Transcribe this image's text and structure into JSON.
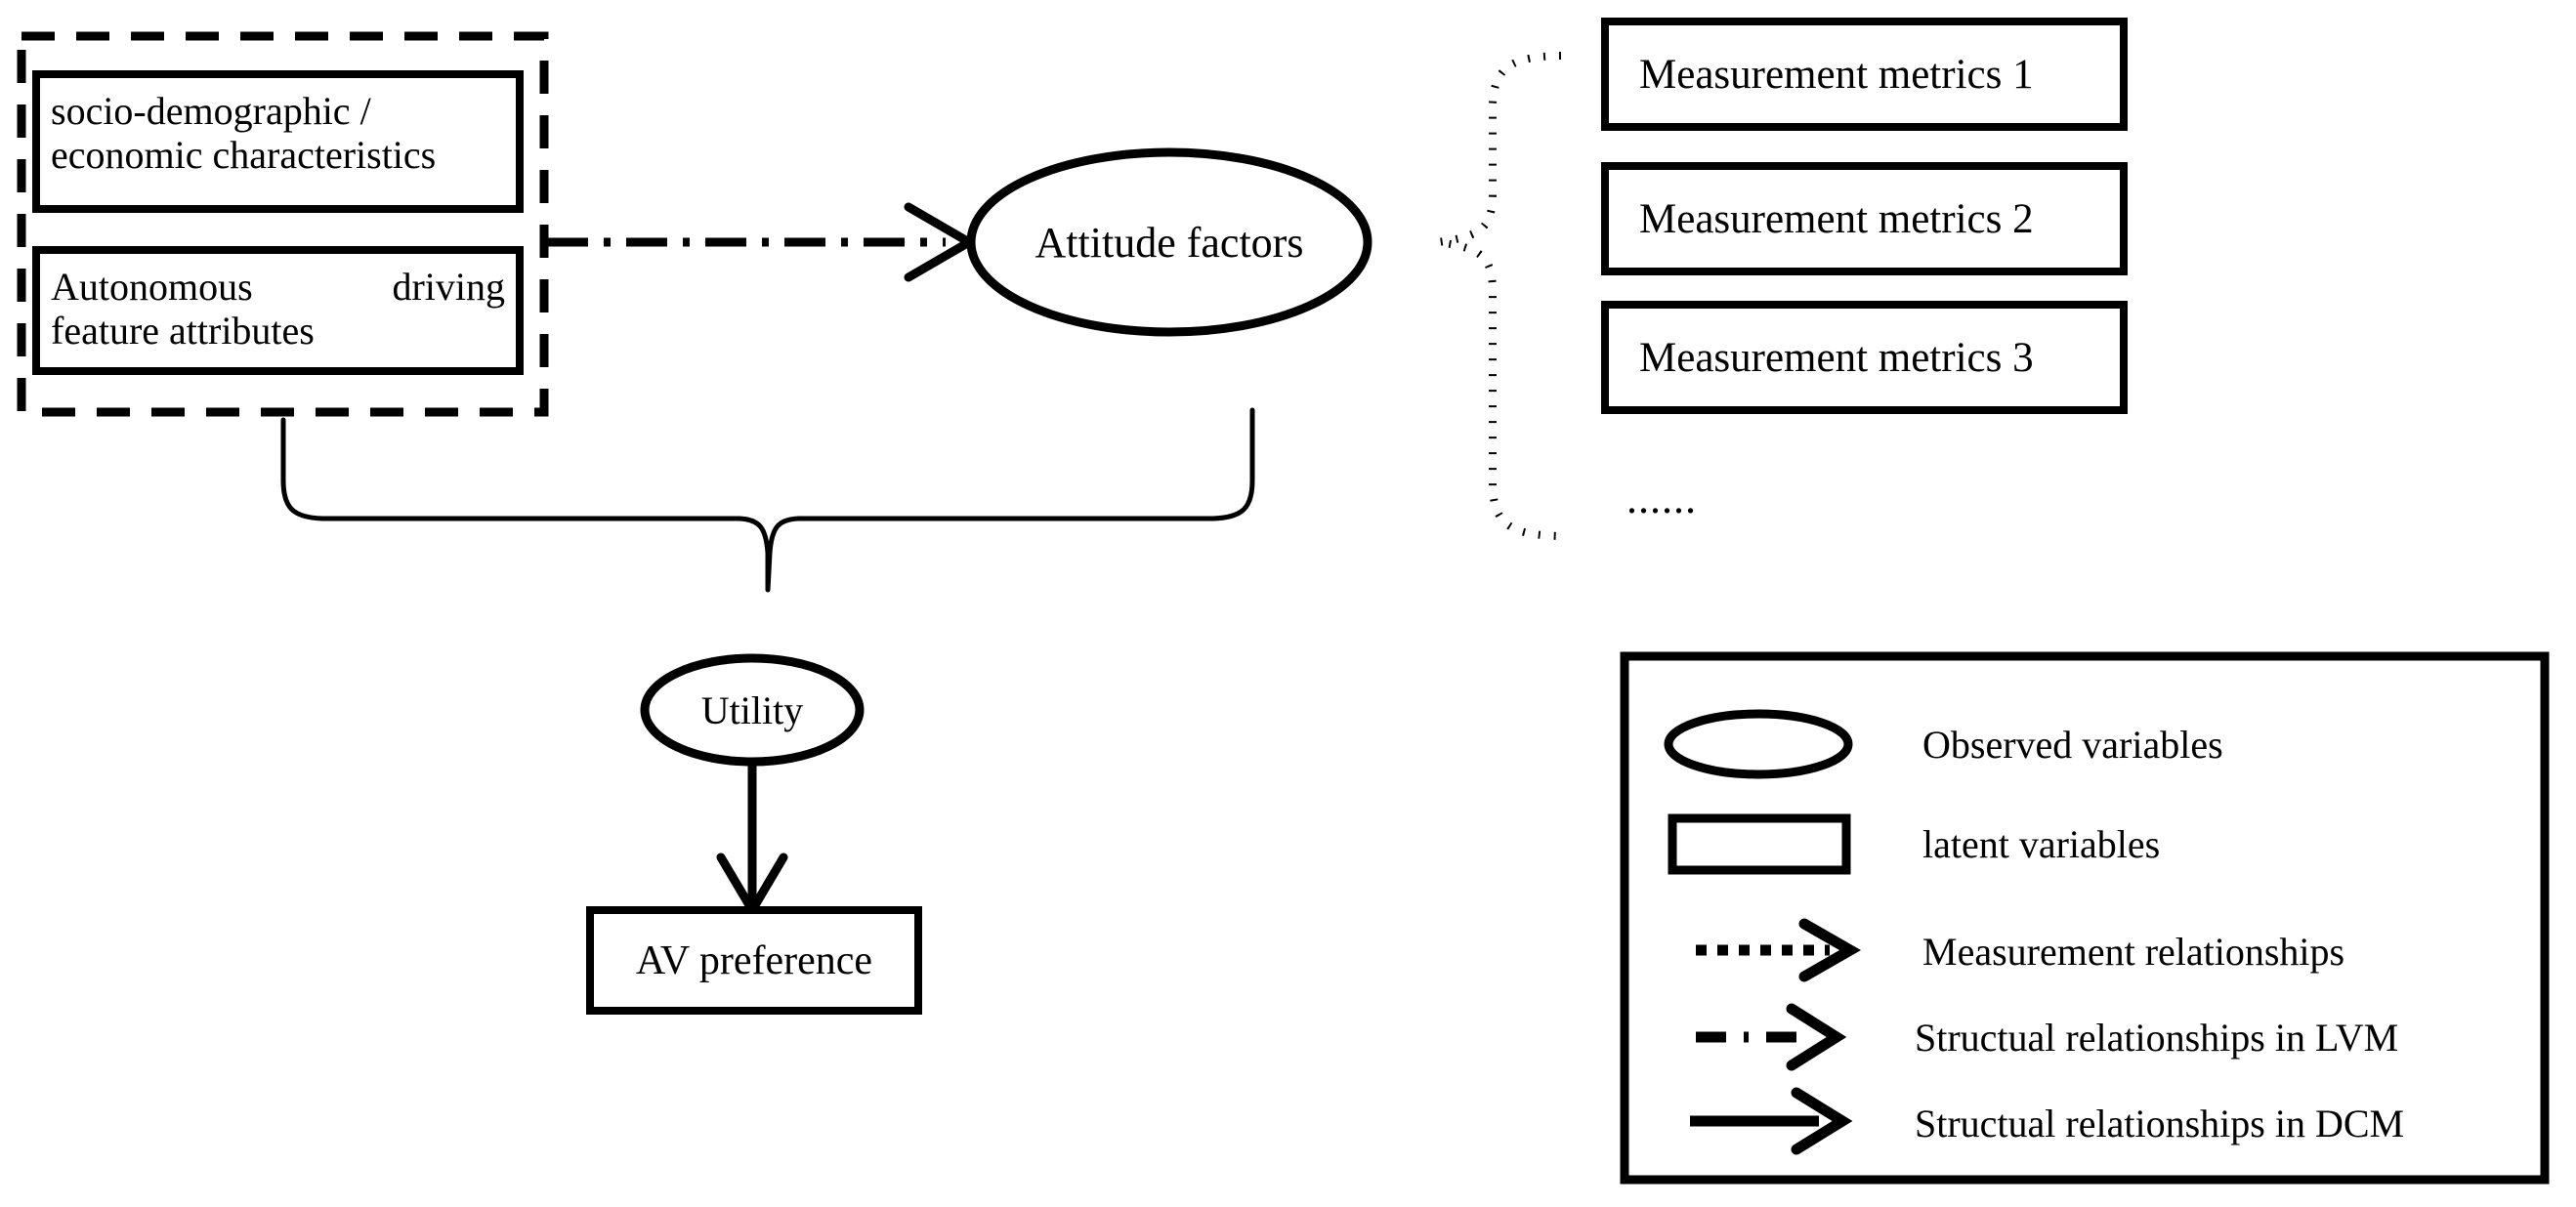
{
  "diagram": {
    "title_present": false,
    "colors": {
      "stroke": "#000000",
      "background": "#ffffff",
      "fill": "#ffffff"
    },
    "latent_group": {
      "name": "dashed-grouping-box",
      "items": [
        {
          "id": "socio-demographic-box",
          "label_line1": "socio-demographic /",
          "label_line2": "economic characteristics",
          "shape": "rectangle"
        },
        {
          "id": "autonomous-driving-box",
          "label_line1_a": "Autonomous",
          "label_line1_b": "driving",
          "label_line2": "feature attributes",
          "shape": "rectangle"
        }
      ]
    },
    "nodes": {
      "attitude_factors": {
        "label": "Attitude factors",
        "shape": "ellipse"
      },
      "utility": {
        "label": "Utility",
        "shape": "ellipse"
      },
      "av_preference": {
        "label": "AV preference",
        "shape": "rectangle"
      }
    },
    "measurement_metrics": {
      "items": [
        {
          "label": "Measurement metrics 1"
        },
        {
          "label": "Measurement metrics 2"
        },
        {
          "label": "Measurement metrics 3"
        }
      ],
      "continuation": "......"
    },
    "edges": [
      {
        "id": "characteristics-to-attitude",
        "style": "dash-dot",
        "kind": "Structual relationships in LVM"
      },
      {
        "id": "attitude-to-metrics",
        "style": "dotted-brace",
        "kind": "Measurement relationships"
      },
      {
        "id": "inputs-to-utility",
        "style": "solid-brace",
        "kind": "Structual relationships in DCM"
      },
      {
        "id": "utility-to-av-preference",
        "style": "solid-arrow",
        "kind": "Structual relationships in DCM"
      }
    ],
    "legend": {
      "entries": [
        {
          "symbol": "ellipse-swatch",
          "label": "Observed variables"
        },
        {
          "symbol": "rectangle-swatch",
          "label": "latent variables"
        },
        {
          "symbol": "dotted-arrow-swatch",
          "label": "Measurement relationships"
        },
        {
          "symbol": "dash-dot-arrow-swatch",
          "label": "Structual relationships in LVM"
        },
        {
          "symbol": "solid-arrow-swatch",
          "label": "Structual relationships in DCM"
        }
      ]
    }
  }
}
